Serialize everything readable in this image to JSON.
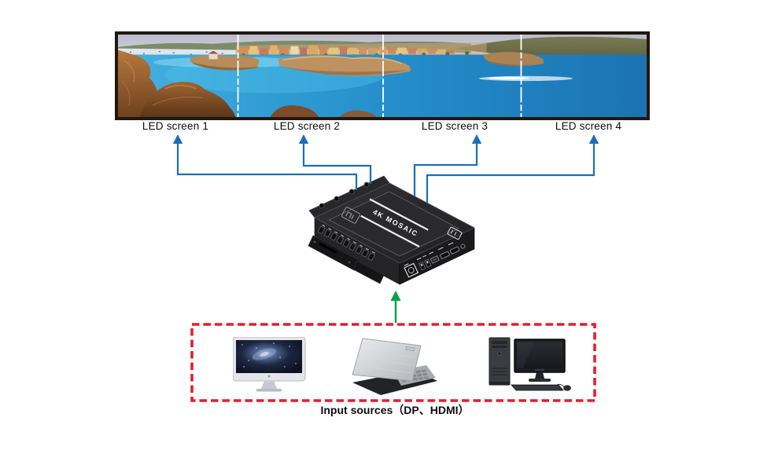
{
  "diagram": {
    "led_wall": {
      "image_alt": "Panoramic coastal bay photo spanning four spliced LED screens",
      "screens": [
        {
          "label": "LED screen 1"
        },
        {
          "label": "LED screen 2"
        },
        {
          "label": "LED screen 3"
        },
        {
          "label": "LED screen 4"
        }
      ]
    },
    "processor": {
      "label": "4K MOSAIC"
    },
    "inputs": {
      "caption": "Input sources（DP、HDMI）",
      "devices": [
        {
          "name": "desktop monitor"
        },
        {
          "name": "laptop"
        },
        {
          "name": "desktop computer with tower, keyboard and mouse"
        }
      ]
    },
    "colors": {
      "connector_blue": "#1e6eb5",
      "arrow_green": "#00a14b",
      "box_red": "#e81c2c",
      "divider_white": "#ffffff"
    }
  }
}
